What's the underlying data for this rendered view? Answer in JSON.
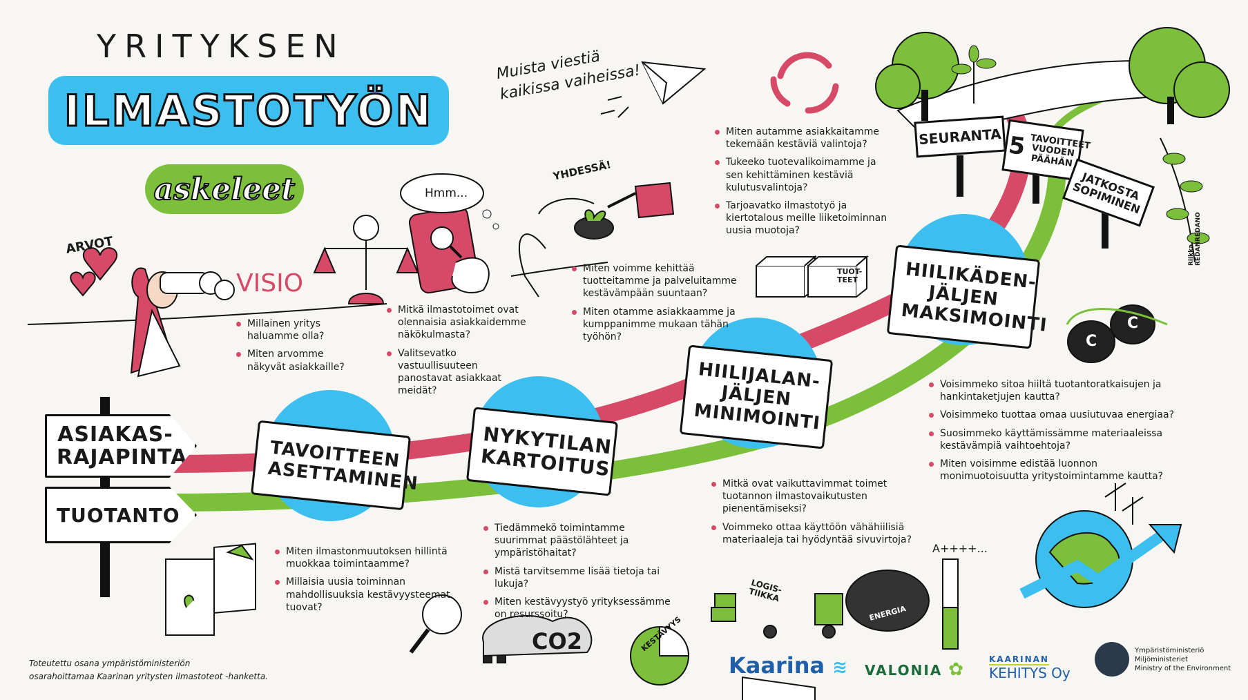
{
  "title": {
    "top": "YRITYKSEN",
    "main": "ILMASTOTYÖN",
    "sub": "askeleet"
  },
  "note_top": "Muista viestiä kaikissa vaiheissa!",
  "labels": {
    "values": "ARVOT",
    "vision": "VISIO",
    "together": "YHDESSÄ!",
    "hmm": "Hmm...",
    "products": "TUOT-TEET",
    "logistics": "LOGIS-TIIKKA",
    "energy": "ENERGIA",
    "sustainability": "KESTÄVYYS",
    "grade": "A++++...",
    "co2": "CO2",
    "carbon": "C"
  },
  "paths": {
    "customer_interface": "ASIAKAS-RAJAPINTA",
    "production": "TUOTANTO"
  },
  "steps": [
    {
      "title": "TAVOITTEEN ASETTAMINEN"
    },
    {
      "title": "NYKYTILAN KARTOITUS"
    },
    {
      "title": "HIILIJALAN-JÄLJEN MINIMOINTI"
    },
    {
      "title": "HIILIKÄDEN-JÄLJEN MAKSIMOINTI"
    }
  ],
  "signs": {
    "monitoring": "SEURANTA",
    "goals_number": "5",
    "goals": "TAVOITTEET VUODEN PÄÄHÄN",
    "agreement": "JATKOSTA SOPIMINEN"
  },
  "questions": {
    "vision": [
      "Millainen yritys haluamme olla?",
      "Miten arvomme näkyvät asiakkaille?"
    ],
    "customer": [
      "Mitkä ilmastotoimet ovat olennaisia asiakkaidemme näkökulmasta?",
      "Valitsevatko vastuullisuuteen panostavat asiakkaat meidät?"
    ],
    "together": [
      "Miten voimme kehittää tuotteitamme ja palveluitamme kestävämpään suuntaan?",
      "Miten otamme asiakkaamme ja kumppanimme mukaan tähän työhön?"
    ],
    "choices": [
      "Miten autamme asiakkaitamme tekemään kestäviä valintoja?",
      "Tukeeko tuotevalikoimamme ja sen kehittäminen kestäviä kulutusvalintoja?",
      "Tarjoavatko ilmastotyö ja kiertotalous meille liiketoiminnan uusia muotoja?"
    ],
    "goal_setting": [
      "Miten ilmastonmuutoksen hillintä muokkaa toimintaamme?",
      "Millaisia uusia toiminnan mahdollisuuksia kestävyysteemat tuovat?"
    ],
    "mapping": [
      "Tiedämmekö toimintamme suurimmat päästölähteet ja ympäristöhaitat?",
      "Mistä tarvitsemme lisää tietoja tai lukuja?",
      "Miten kestävyystyö yrityksessämme on resurssoitu?"
    ],
    "footprint": [
      "Mitkä ovat vaikuttavimmat toimet tuotannon ilmastovaikutusten pienentämiseksi?",
      "Voimmeko ottaa käyttöön vähähiilisiä materiaaleja tai hyödyntää sivuvirtoja?"
    ],
    "handprint": [
      "Voisimmeko sitoa hiiltä tuotantoratkaisujen ja hankintaketjujen kautta?",
      "Voisimmeko tuottaa omaa uusiutuvaa energiaa?",
      "Suosimmeko käyttämissämme materiaaleissa kestävämpiä vaihtoehtoja?",
      "Miten voisimme edistää luonnon monimuotoisuutta yritystoimintamme kautta?"
    ]
  },
  "footer": {
    "line1": "Toteutettu osana ympäristöministeriön",
    "line2": "osarahoittamaa Kaarinan yritysten ilmastoteot -hanketta."
  },
  "logos": {
    "kaarina": "Kaarina",
    "valonia": "VALONIA",
    "kehitys_top": "KAARINAN",
    "kehitys_bottom": "KEHITYS Oy",
    "ministry_fi": "Ympäristöministeriö",
    "ministry_sv": "Miljöministeriet",
    "ministry_en": "Ministry of the Environment"
  },
  "signature": "Riikka REDANREDANO",
  "colors": {
    "red": "#d64a68",
    "green": "#7bbf3a",
    "blue": "#3cbfef",
    "ink": "#111111"
  }
}
